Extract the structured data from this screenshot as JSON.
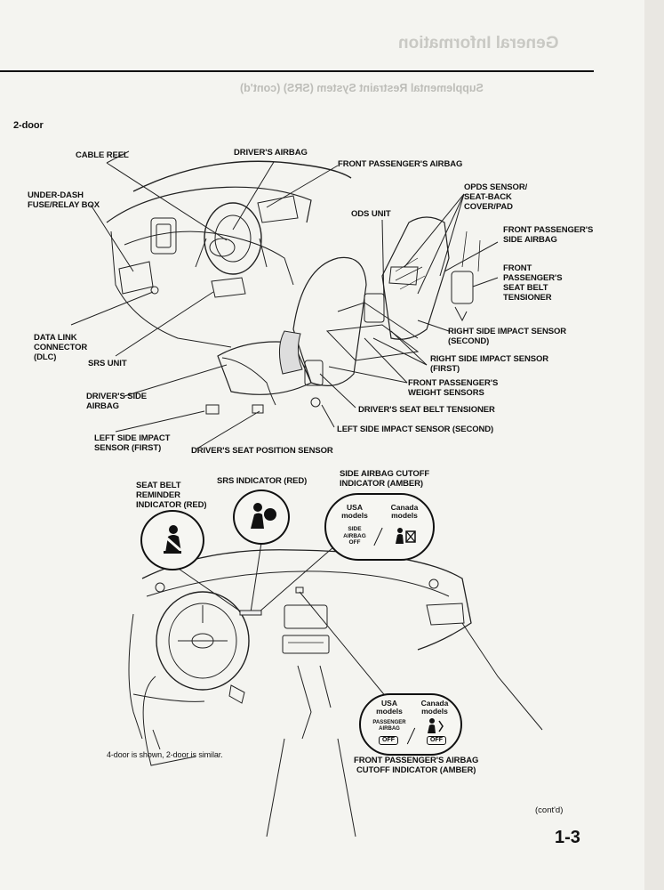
{
  "ghost_header": {
    "section": "General Information",
    "subtitle": "Supplemental Restraint System (SRS) (cont'd)"
  },
  "section_label": "2-door",
  "labels": {
    "cable_reel": "CABLE REEL",
    "drivers_airbag": "DRIVER'S AIRBAG",
    "front_passenger_airbag": "FRONT PASSENGER'S AIRBAG",
    "under_dash": "UNDER-DASH\nFUSE/RELAY BOX",
    "opds": "OPDS SENSOR/\nSEAT-BACK\nCOVER/PAD",
    "ods_unit": "ODS UNIT",
    "front_passenger_side_airbag": "FRONT PASSENGER'S\nSIDE AIRBAG",
    "front_passenger_seat_belt_tensioner": "FRONT\nPASSENGER'S\nSEAT BELT\nTENSIONER",
    "dlc": "DATA LINK\nCONNECTOR\n(DLC)",
    "srs_unit": "SRS UNIT",
    "right_side_impact_second": "RIGHT SIDE IMPACT SENSOR\n(SECOND)",
    "right_side_impact_first": "RIGHT SIDE IMPACT SENSOR\n(FIRST)",
    "weight_sensors": "FRONT PASSENGER'S\nWEIGHT SENSORS",
    "drivers_side_airbag": "DRIVER'S SIDE\nAIRBAG",
    "drivers_seat_belt_tensioner": "DRIVER'S SEAT BELT TENSIONER",
    "left_side_impact_second": "LEFT SIDE IMPACT SENSOR (SECOND)",
    "left_side_impact_first": "LEFT SIDE IMPACT\nSENSOR (FIRST)",
    "drivers_seat_position": "DRIVER'S SEAT POSITION SENSOR",
    "seat_belt_reminder": "SEAT BELT\nREMINDER\nINDICATOR (RED)",
    "srs_indicator": "SRS INDICATOR (RED)",
    "side_airbag_cutoff": "SIDE AIRBAG CUTOFF\nINDICATOR (AMBER)",
    "four_door_note": "4-door is shown, 2-door is similar.",
    "passenger_airbag_cutoff": "FRONT PASSENGER'S AIRBAG\nCUTOFF INDICATOR (AMBER)"
  },
  "side_cutoff_callout": {
    "usa_label": "USA\nmodels",
    "canada_label": "Canada\nmodels",
    "usa_text": "SIDE\nAIRBAG\nOFF"
  },
  "passenger_cutoff_callout": {
    "usa_label": "USA\nmodels",
    "canada_label": "Canada\nmodels",
    "usa_text": "PASSENGER\nAIRBAG",
    "off_usa": "OFF",
    "off_canada": "OFF"
  },
  "footer": {
    "contd": "(cont'd)",
    "page_number": "1-3"
  }
}
